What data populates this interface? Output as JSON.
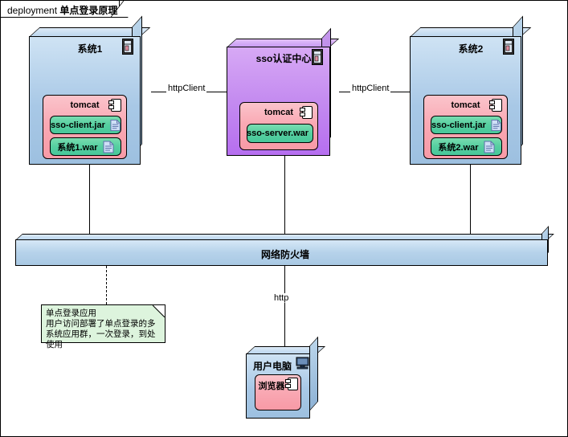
{
  "frame": {
    "keyword": "deployment",
    "name": "单点登录原理"
  },
  "nodes": [
    {
      "id": "system1",
      "title": "系统1",
      "icon": "server-tower-icon",
      "color": "#a8c8e6",
      "component": {
        "title": "tomcat",
        "icon": "component-icon",
        "color": "#f9a9b4",
        "artifacts": [
          {
            "label": "sso-client.jar",
            "icon": "artifact-document-icon"
          },
          {
            "label": "系统1.war",
            "icon": "artifact-document-icon"
          }
        ]
      }
    },
    {
      "id": "sso-center",
      "title": "sso认证中心",
      "icon": "server-tower-icon",
      "color": "#c48bf0",
      "component": {
        "title": "tomcat",
        "icon": "component-icon",
        "color": "#f9a9b4",
        "artifacts": [
          {
            "label": "sso-server.war",
            "icon": "artifact-document-icon"
          }
        ]
      }
    },
    {
      "id": "system2",
      "title": "系统2",
      "icon": "server-tower-icon",
      "color": "#a8c8e6",
      "component": {
        "title": "tomcat",
        "icon": "component-icon",
        "color": "#f9a9b4",
        "artifacts": [
          {
            "label": "sso-client.jar",
            "icon": "artifact-document-icon"
          },
          {
            "label": "系统2.war",
            "icon": "artifact-document-icon"
          }
        ]
      }
    }
  ],
  "firewall": {
    "label": "网络防火墙",
    "color": "#b6d2ea"
  },
  "client": {
    "title": "用户电脑",
    "icon": "monitor-icon",
    "color": "#a8c8e6",
    "component": {
      "title": "浏览器",
      "icon": "component-icon",
      "color": "#f9a9b4"
    }
  },
  "edges": [
    {
      "id": "edge-left-httpclient",
      "label": "httpClient"
    },
    {
      "id": "edge-right-httpclient",
      "label": "httpClient"
    },
    {
      "id": "edge-client-http",
      "label": "http"
    }
  ],
  "note": {
    "title": "单点登录应用",
    "body": "用户访问部署了单点登录的多系统应用群，一次登录，到处使用",
    "text": "单点登录应用\n用户访问部署了单点登录的多系统应用群，一次登录，到处使用",
    "color": "#ddf4dd"
  }
}
